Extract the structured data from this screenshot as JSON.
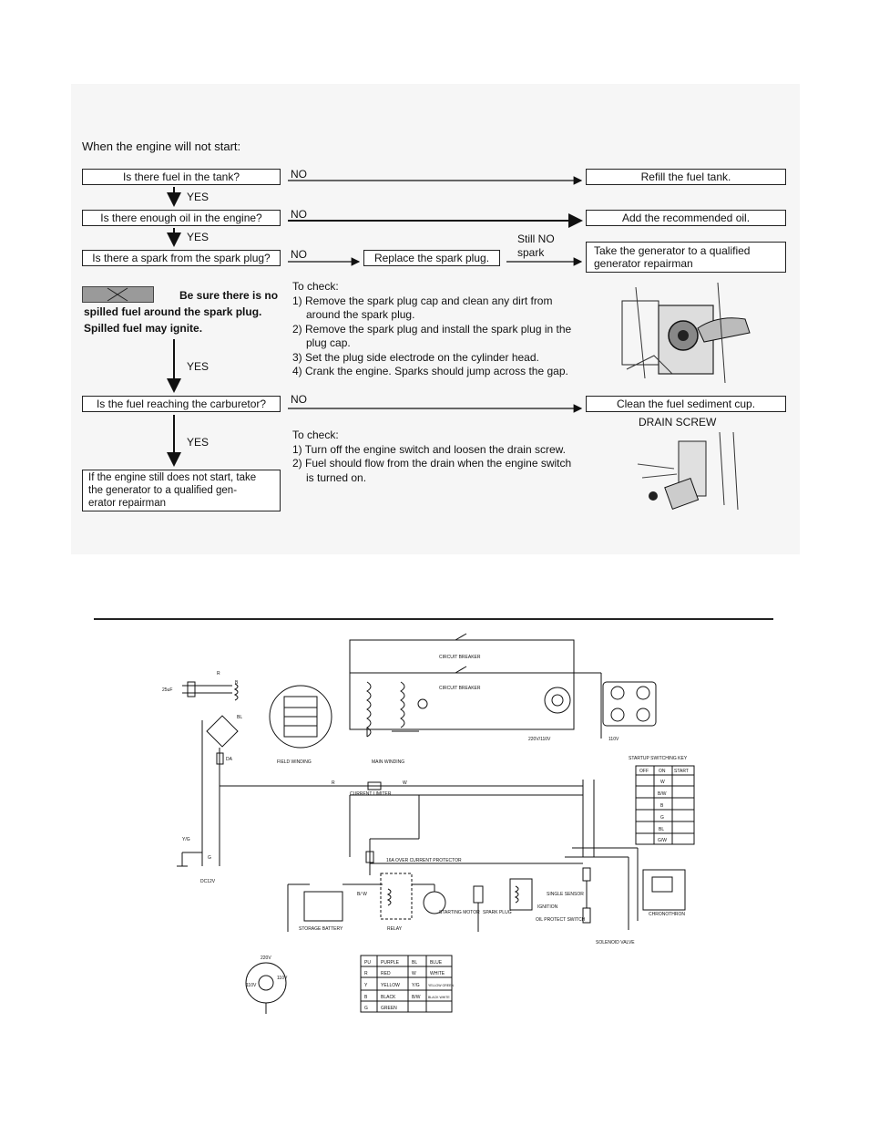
{
  "flowchart": {
    "intro": "When the engine will not start:",
    "q1": "Is there fuel in the tank?",
    "q2": "Is there enough oil in the engine?",
    "q3": "Is there a spark from the spark plug?",
    "q4": "Is the fuel reaching the carburetor?",
    "no": "NO",
    "yes": "YES",
    "still_no_spark_1": "Still NO",
    "still_no_spark_2": "spark",
    "a1": "Refill the fuel tank.",
    "a2": "Add the recommended oil.",
    "replace_plug": "Replace the spark plug.",
    "a3_line1": "Take the generator to a qualified",
    "a3_line2": "generator repairman",
    "a4": "Clean the fuel sediment cup.",
    "warning_line1": "Be sure there is no",
    "warning_line2": "spilled fuel around the spark plug.",
    "warning_line3": "Spilled fuel may ignite.",
    "check1": {
      "title": "To check:",
      "lines": [
        "1) Remove the spark plug cap and clean any dirt from",
        "around the spark plug.",
        "2) Remove the spark plug and install the spark plug in the",
        "plug cap.",
        "3) Set the plug side electrode on the cylinder head.",
        "4) Crank the engine. Sparks should jump across the gap."
      ]
    },
    "check2": {
      "title": "To check:",
      "lines": [
        "1) Turn off the engine switch and loosen the drain screw.",
        "2) Fuel should flow from the drain when the engine switch",
        "is turned on."
      ]
    },
    "drain_screw": "DRAIN SCREW",
    "final_line1": "If the engine still does not start, take",
    "final_line2": "the generator to  a qualified  gen-",
    "final_line3": "erator repairman"
  },
  "wiring": {
    "labels": {
      "circuit_breaker": "CIRCUIT BREAKER",
      "cap": "25uF",
      "field_winding": "FIELD WINDING",
      "main_winding": "MAIN WINDING",
      "v220_110": "220V/110V",
      "v110": "110V",
      "current_limiter": "CURRENT LIMITER",
      "dc12v": "DC12V",
      "overcurrent": "16A OVER CURRENT PROTECTOR",
      "storage_battery": "STORAGE BATTERY",
      "relay": "RELAY",
      "starting_motor": "STARTING MOTOR",
      "spark_plug": "SPARK PLUG",
      "ignition": "IGNITION",
      "single_sensor": "SINGLE SENSOR",
      "oil_switch": "OIL PROTECT SWITCH",
      "solenoid_valve": "SOLENOID VALVE",
      "chronothron": "CHRONOTHRON",
      "startup_key": "STARTUP SWITCHING KEY",
      "v220": "220V",
      "v110_a": "110V",
      "v110_b": "110V",
      "fuse_da": "DA"
    },
    "key_table": {
      "headers": [
        "OFF",
        "ON",
        "START"
      ],
      "rows": [
        "W",
        "B/W",
        "B",
        "G",
        "BL",
        "G/W"
      ]
    },
    "color_legend": [
      [
        "PU",
        "PURPLE",
        "BL",
        "BLUE"
      ],
      [
        "R",
        "RED",
        "W",
        "WHITE"
      ],
      [
        "Y",
        "YELLOW",
        "Y/G",
        "YELLOW GREEN"
      ],
      [
        "B",
        "BLACK",
        "B/W",
        "BLACK WHITE"
      ],
      [
        "G",
        "GREEN",
        "",
        ""
      ]
    ],
    "wire_codes": [
      "R",
      "B",
      "BL",
      "W",
      "B/ W",
      "Y/G",
      "G",
      "R"
    ]
  }
}
